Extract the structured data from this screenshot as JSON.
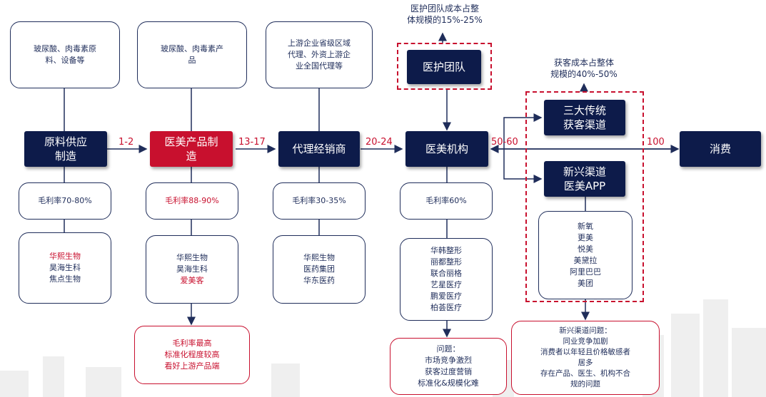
{
  "nodes": {
    "raw_material": "原料供应\n制造",
    "product_mfg": "医美产品制\n造",
    "distributor": "代理经销商",
    "clinic": "医美机构",
    "medical_team": "医护团队",
    "traditional_channel": "三大传统\n获客渠道",
    "emerging_channel": "新兴渠道\n医美APP",
    "consumer": "消费"
  },
  "top_info": {
    "raw_material": "玻尿酸、肉毒素原\n料、设备等",
    "product_mfg": "玻尿酸、肉毒素产\n品",
    "distributor": "上游企业省级区域\n代理、外资上游企\n业全国代理等"
  },
  "margins": {
    "raw_material": "毛利率70-80%",
    "product_mfg": "毛利率88-90%",
    "distributor": "毛利率30-35%",
    "clinic": "毛利率60%"
  },
  "companies": {
    "raw_material": [
      "华熙生物",
      "昊海生科",
      "焦点生物"
    ],
    "product_mfg": [
      "华熙生物",
      "昊海生科",
      "爱美客"
    ],
    "distributor": [
      "华熙生物",
      "医药集团",
      "华东医药"
    ],
    "clinic": [
      "华韩整形",
      "丽都整形",
      "联合丽格",
      "艺星医疗",
      "鹏爱医疗",
      "柏荟医疗"
    ],
    "apps": [
      "新氧",
      "更美",
      "悦美",
      "美黛拉",
      "阿里巴巴",
      "美团"
    ]
  },
  "company_colors": {
    "raw_material": [
      "#c8102e",
      "#1f2d5a",
      "#1f2d5a"
    ],
    "product_mfg": [
      "#1f2d5a",
      "#1f2d5a",
      "#c8102e"
    ]
  },
  "price_multiples": {
    "m1": "1-2",
    "m2": "13-17",
    "m3": "20-24",
    "m4": "50-60",
    "m5": "100"
  },
  "notes": {
    "medical_team_cost": "医护团队成本占整\n体规模的15%-25%",
    "acquisition_cost": "获客成本占整体\n规模的40%-50%"
  },
  "callouts": {
    "product_mfg": "毛利率最高\n标准化程度较高\n看好上游产品端",
    "clinic": "问题：\n市场竞争激烈\n获客过度营销\n标准化&规模化难",
    "emerging": "新兴渠道问题：\n同业竞争加剧\n消费者以年轻且价格敏感者\n居多\n存在产品、医生、机构不合\n规的问题"
  },
  "colors": {
    "navy": "#0d1b4a",
    "red": "#c8102e",
    "text_navy": "#1f2d5a"
  }
}
